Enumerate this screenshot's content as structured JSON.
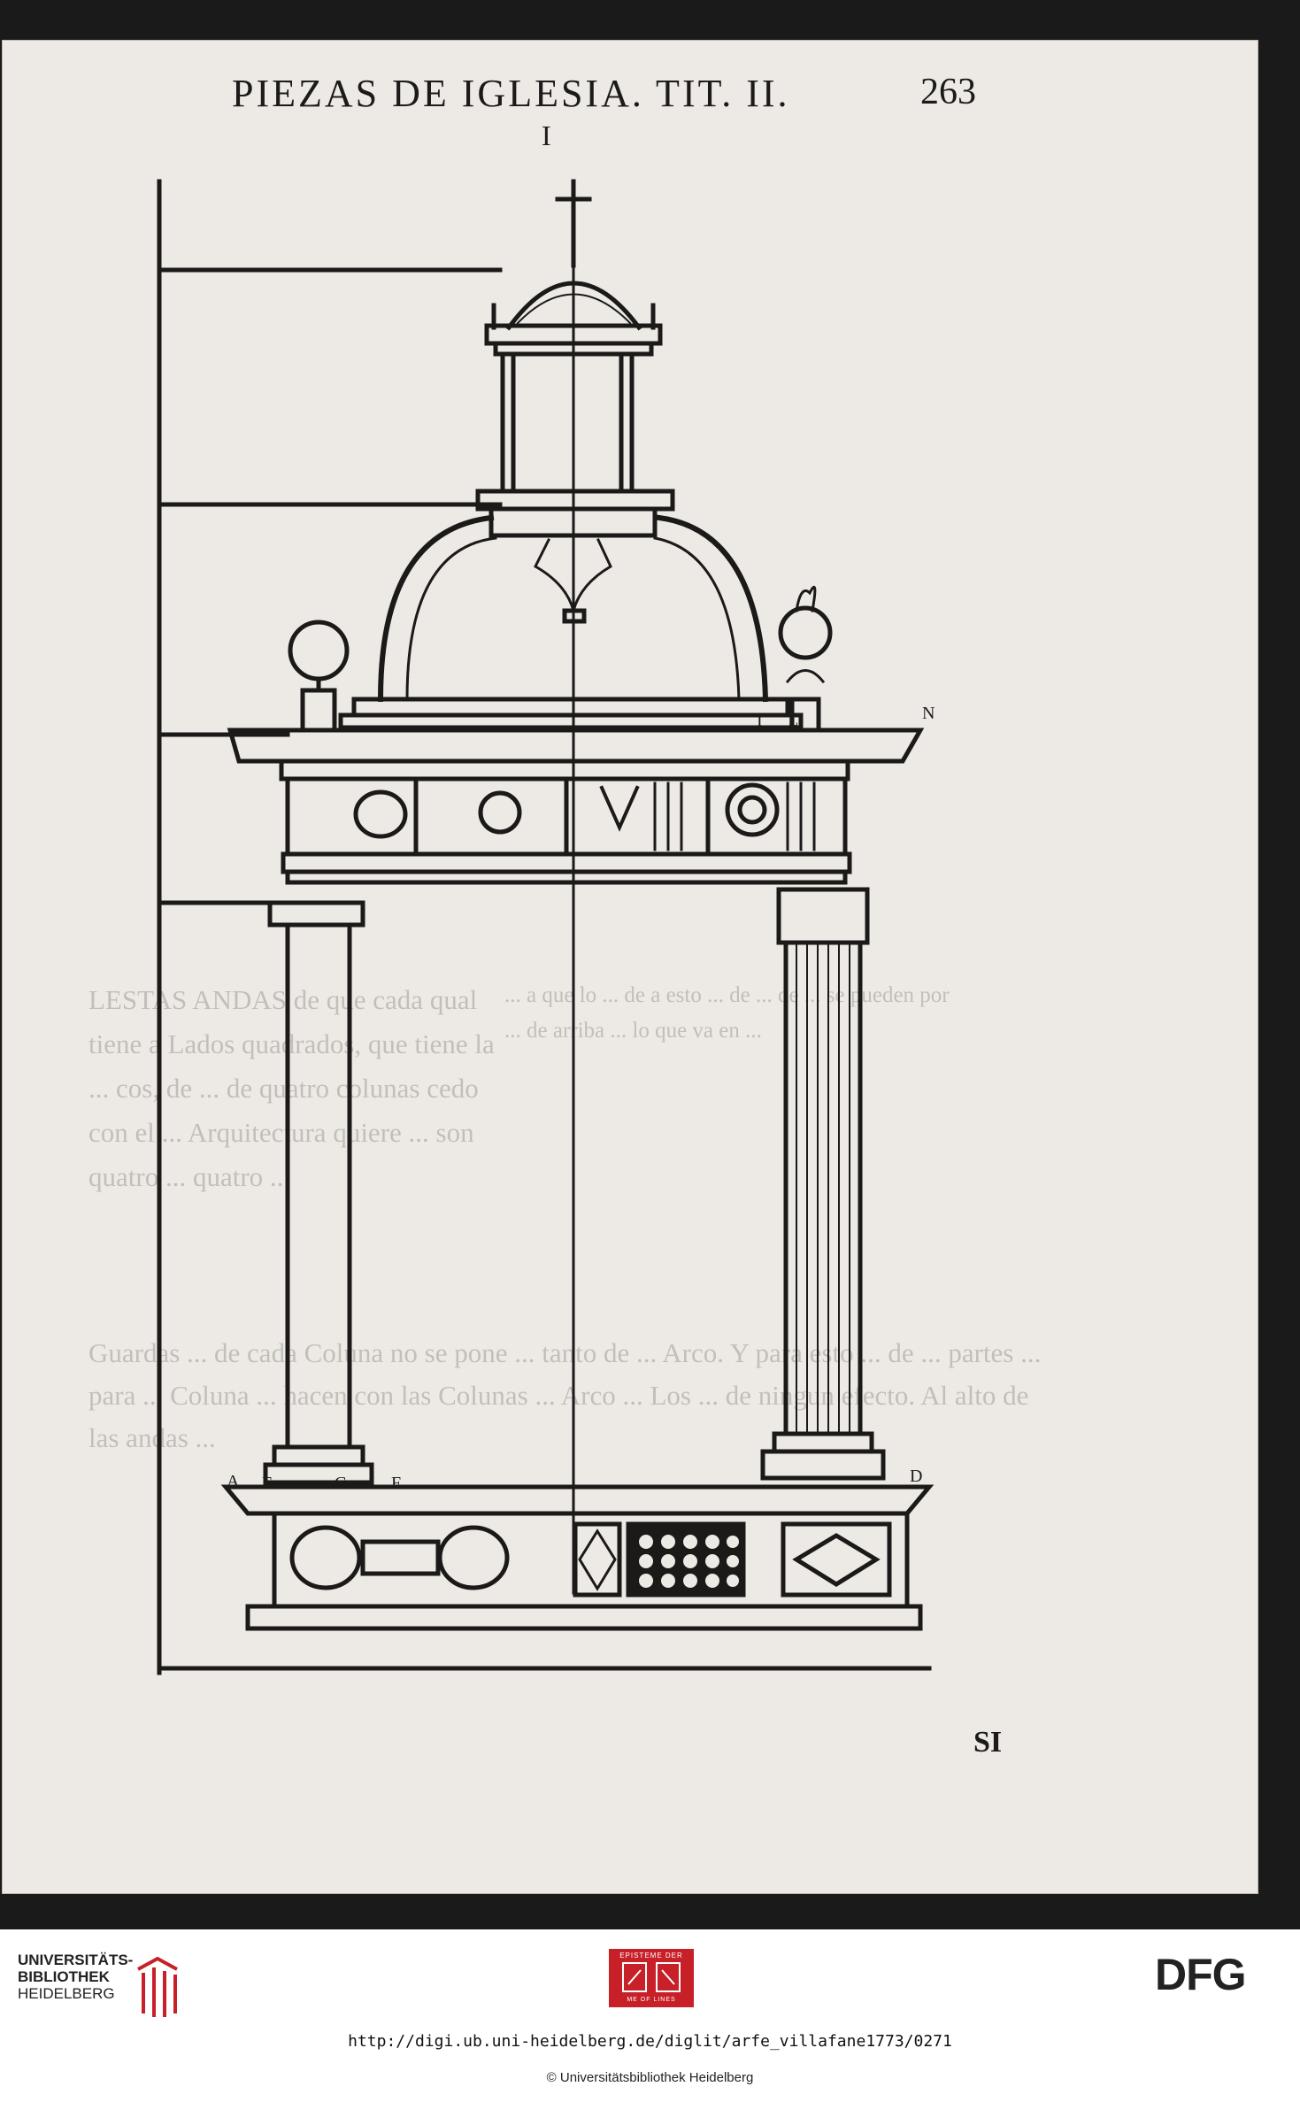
{
  "page": {
    "header": "PIEZAS DE IGLESIA. TIT. II.",
    "page_number": "263",
    "plate_number": "I",
    "signature": "SI"
  },
  "figure": {
    "labels": {
      "n": "N",
      "a": "A",
      "e": "E",
      "c": "C",
      "f": "F",
      "d": "D",
      "i": "I",
      "l": "L"
    }
  },
  "bleed_through": {
    "left_column": "LESTAS ANDAS de que cada qual tiene a Lados quadrados, que tiene la ... cos, de ... de quatro colunas cedo con el ... Arquitectura quiere ... son quatro ... quatro ...",
    "right_column": "... a que lo ... de a esto ... de ... de ... se pueden por ... de arriba ... lo que va en ...",
    "paragraph": "Guardas ... de cada Coluna no se pone ... tanto de ... Arco. Y para esto ... de ... partes ... para ... Coluna ... hacen con las Colunas ... Arco ... Los ... de ningun efecto. Al alto de las andas ..."
  },
  "footer": {
    "library_name_line1": "UNIVERSITÄTS-",
    "library_name_line2": "BIBLIOTHEK",
    "library_city": "HEIDELBERG",
    "epistemes_top": "EPISTEME DER",
    "epistemes_bottom": "ME OF LINES",
    "dfg": "DFG",
    "url": "http://digi.ub.uni-heidelberg.de/diglit/arfe_villafane1773/0271",
    "copyright": "© Universitätsbibliothek Heidelberg"
  }
}
